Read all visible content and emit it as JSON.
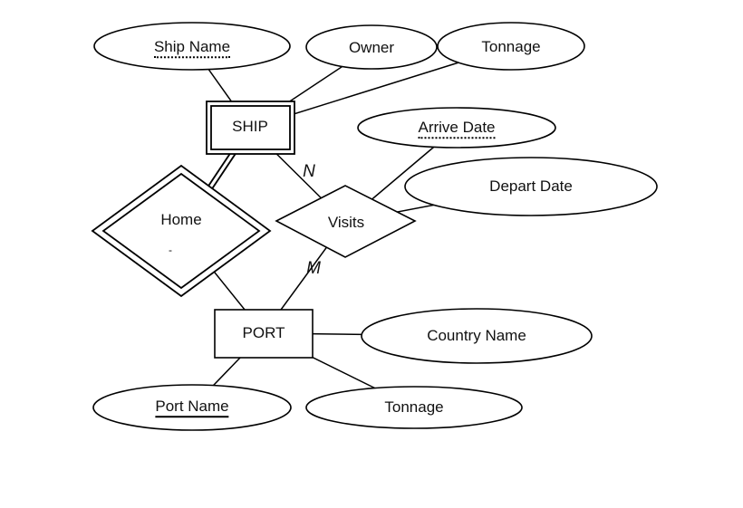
{
  "er": {
    "entities": {
      "ship": {
        "label": "SHIP",
        "weak": true
      },
      "port": {
        "label": "PORT",
        "weak": false
      }
    },
    "relationships": {
      "home": {
        "label": "Home",
        "identifying": true,
        "note": "-"
      },
      "visits": {
        "label": "Visits",
        "identifying": false,
        "cardinality": {
          "ship_side": "N",
          "port_side": "M"
        }
      }
    },
    "attributes": {
      "ship_name": {
        "label": "Ship Name",
        "key_style": "dotted-underline"
      },
      "owner": {
        "label": "Owner",
        "key_style": "none"
      },
      "tonnage_ship": {
        "label": "Tonnage",
        "key_style": "none"
      },
      "arrive_date": {
        "label": "Arrive Date",
        "key_style": "dotted-underline"
      },
      "depart_date": {
        "label": "Depart Date",
        "key_style": "none"
      },
      "country_name": {
        "label": "Country Name",
        "key_style": "none"
      },
      "port_name": {
        "label": "Port Name",
        "key_style": "solid-underline"
      },
      "tonnage_port": {
        "label": "Tonnage",
        "key_style": "none"
      }
    },
    "edges": [
      {
        "from": "ship_name",
        "to": "ship",
        "style": "single"
      },
      {
        "from": "owner",
        "to": "ship",
        "style": "single"
      },
      {
        "from": "tonnage_ship",
        "to": "ship",
        "style": "single"
      },
      {
        "from": "ship",
        "to": "home",
        "style": "double"
      },
      {
        "from": "ship",
        "to": "visits",
        "style": "single",
        "label": "N"
      },
      {
        "from": "arrive_date",
        "to": "visits",
        "style": "single"
      },
      {
        "from": "depart_date",
        "to": "visits",
        "style": "single"
      },
      {
        "from": "visits",
        "to": "port",
        "style": "single",
        "label": "M"
      },
      {
        "from": "home",
        "to": "port",
        "style": "single"
      },
      {
        "from": "port",
        "to": "country_name",
        "style": "single"
      },
      {
        "from": "port",
        "to": "port_name",
        "style": "single"
      },
      {
        "from": "port",
        "to": "tonnage_port",
        "style": "single"
      }
    ]
  },
  "colors": {
    "stroke": "#000000",
    "fill": "#ffffff",
    "text": "#111111"
  }
}
